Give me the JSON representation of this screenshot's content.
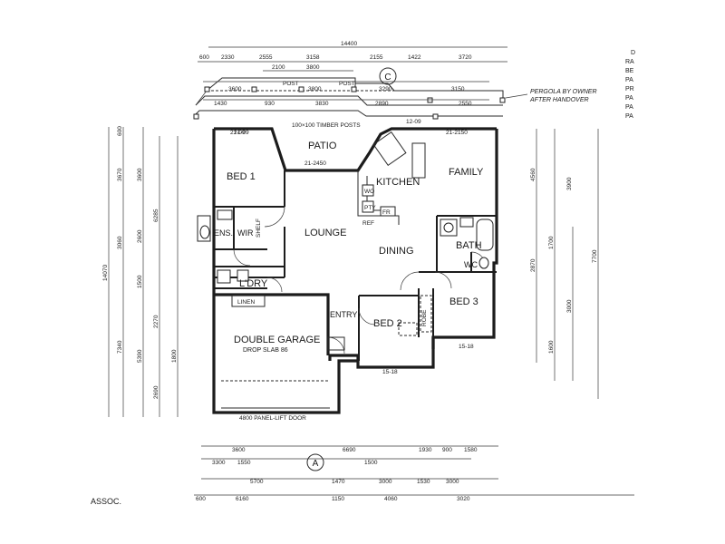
{
  "rooms": {
    "bed1": "BED 1",
    "patio": "PATIO",
    "kitchen": "KITCHEN",
    "family": "FAMILY",
    "lounge": "LOUNGE",
    "dining": "DINING",
    "ens": "ENS.",
    "wir": "WIR",
    "bath": "BATH",
    "wc": "WC",
    "ldry": "L'DRY",
    "bed3": "BED 3",
    "bed2": "BED 2",
    "entry": "ENTRY",
    "garage": "DOUBLE GARAGE",
    "garage_sub": "DROP SLAB 86"
  },
  "notes": {
    "pergola_1": "PERGOLA BY OWNER",
    "pergola_2": "AFTER HANDOVER",
    "timber_posts": "100×100 TIMBER POSTS",
    "panel_door": "4800 PANEL-LIFT DOOR",
    "linen": "LINEN",
    "shelf": "SHELF",
    "robe": "ROBE",
    "assoc": "ASSOC.",
    "patio_angle_1": "21-09",
    "patio_angle_2": "21-2450",
    "patio_angle_3": "12-09",
    "kitchen_angle": "21-2150",
    "bed1_win": "21-09",
    "bed2_win": "15-18",
    "bed3_win": "15-18",
    "post_1": "POST",
    "post_2": "POST",
    "wall_oven": "WO",
    "pantry": "PTY",
    "fridge": "FR",
    "ref": "REF"
  },
  "markers": {
    "c": "C",
    "a": "A"
  },
  "dims_top": {
    "overall": "14400",
    "row1": [
      "600",
      "2330",
      "2555",
      "3158",
      "2155",
      "1422",
      "3720"
    ],
    "row2": [
      "2100",
      "3800"
    ],
    "row3": [
      "3600",
      "3800",
      "3290",
      "3150"
    ],
    "row4": [
      "1430",
      "930",
      "3830",
      "2890",
      "2550"
    ]
  },
  "dims_left": {
    "overall": "14070",
    "outer": [
      "3670",
      "3060",
      "7340"
    ],
    "inner": [
      "3600",
      "2600",
      "1500",
      "2270",
      "5390"
    ],
    "misc": [
      "600",
      "6285",
      "1800",
      "2690"
    ]
  },
  "dims_right": [
    "4560",
    "3900",
    "1700",
    "2870",
    "3000",
    "1600",
    "7700"
  ],
  "dims_bottom": {
    "row1": [
      "3600",
      "6690",
      "1930",
      "900",
      "1580"
    ],
    "row2": [
      "3300",
      "1550",
      "1500"
    ],
    "row3": [
      "5700",
      "1470",
      "3000",
      "1530",
      "3000"
    ],
    "row4": [
      "600",
      "6160",
      "1150",
      "4060",
      "3020"
    ]
  },
  "edge_notes": [
    "D",
    "RA",
    "BE",
    "PA",
    "PR",
    "PA",
    "PA",
    "PA"
  ]
}
